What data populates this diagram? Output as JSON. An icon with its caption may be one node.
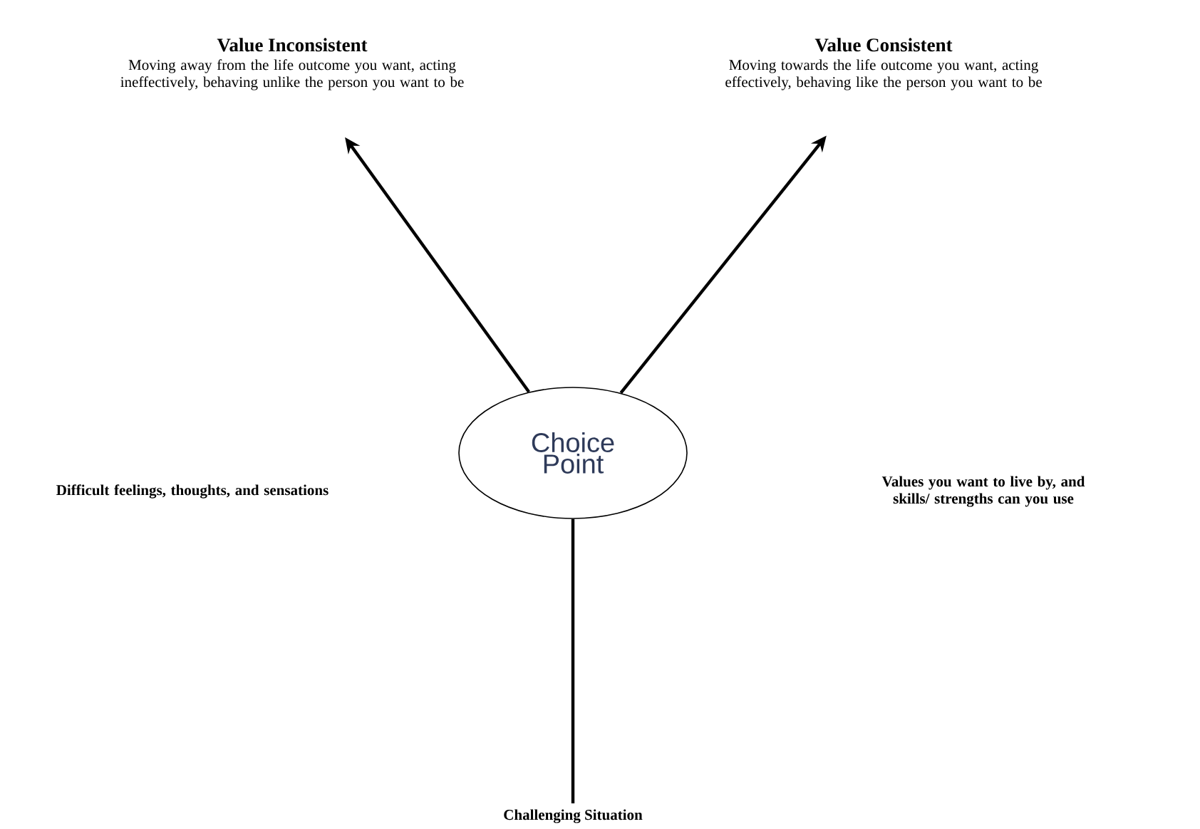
{
  "diagram": {
    "nodes": [
      {
        "text": [
          "Value Inconsistent",
          "Moving away from the life outcome you want, acting ineffectively, behaving unlike the person you want to be"
        ]
      },
      {
        "text": [
          "Value Consistent",
          "Moving towards the life outcome you want, acting effectively, behaving like the person you want to be"
        ]
      },
      {
        "text": [
          "Choice Point"
        ]
      },
      {
        "text": [
          "Challenging Situation"
        ]
      }
    ],
    "edges": [
      {
        "from": 2,
        "to": 0,
        "arrow": "to"
      },
      {
        "from": 2,
        "to": 1,
        "arrow": "to"
      },
      {
        "from": 3,
        "to": 2,
        "arrow": "none"
      }
    ],
    "labels": [
      "Difficult feelings, thoughts, and sensations",
      "Values you want to live by, and skills/ strengths can you use"
    ]
  }
}
